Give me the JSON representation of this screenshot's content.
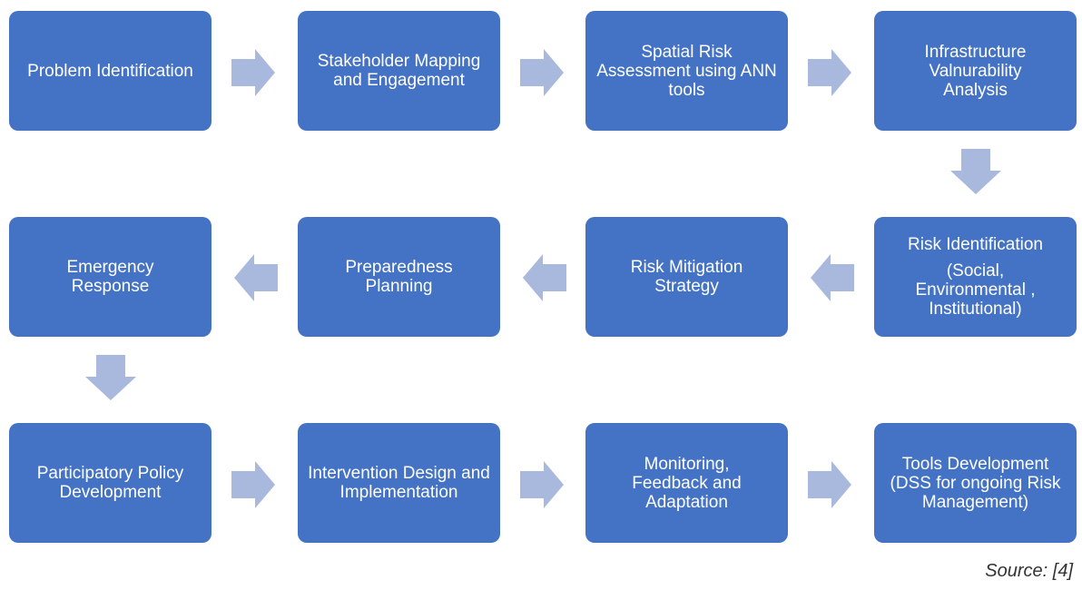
{
  "colors": {
    "box": "#4472C4",
    "arrow": "#A9B9DD",
    "text": "#FFFFFF"
  },
  "steps": [
    {
      "title": "Problem Identification"
    },
    {
      "title": "Stakeholder Mapping and Engagement"
    },
    {
      "title": "Spatial Risk Assessment using ANN tools"
    },
    {
      "title": "Infrastructure Valnurability Analysis"
    },
    {
      "title": "Risk Identification",
      "subtitle": "(Social, Environmental , Institutional)"
    },
    {
      "title": "Risk Mitigation Strategy"
    },
    {
      "title": "Preparedness Planning"
    },
    {
      "title": "Emergency Response"
    },
    {
      "title": "Participatory Policy Development"
    },
    {
      "title": "Intervention Design and Implementation"
    },
    {
      "title": "Monitoring, Feedback and Adaptation"
    },
    {
      "title": "Tools Development (DSS for ongoing Risk Management)"
    }
  ],
  "arrow_icons": [
    "arrow-right",
    "arrow-down",
    "arrow-left"
  ],
  "source": "Source: [4]"
}
